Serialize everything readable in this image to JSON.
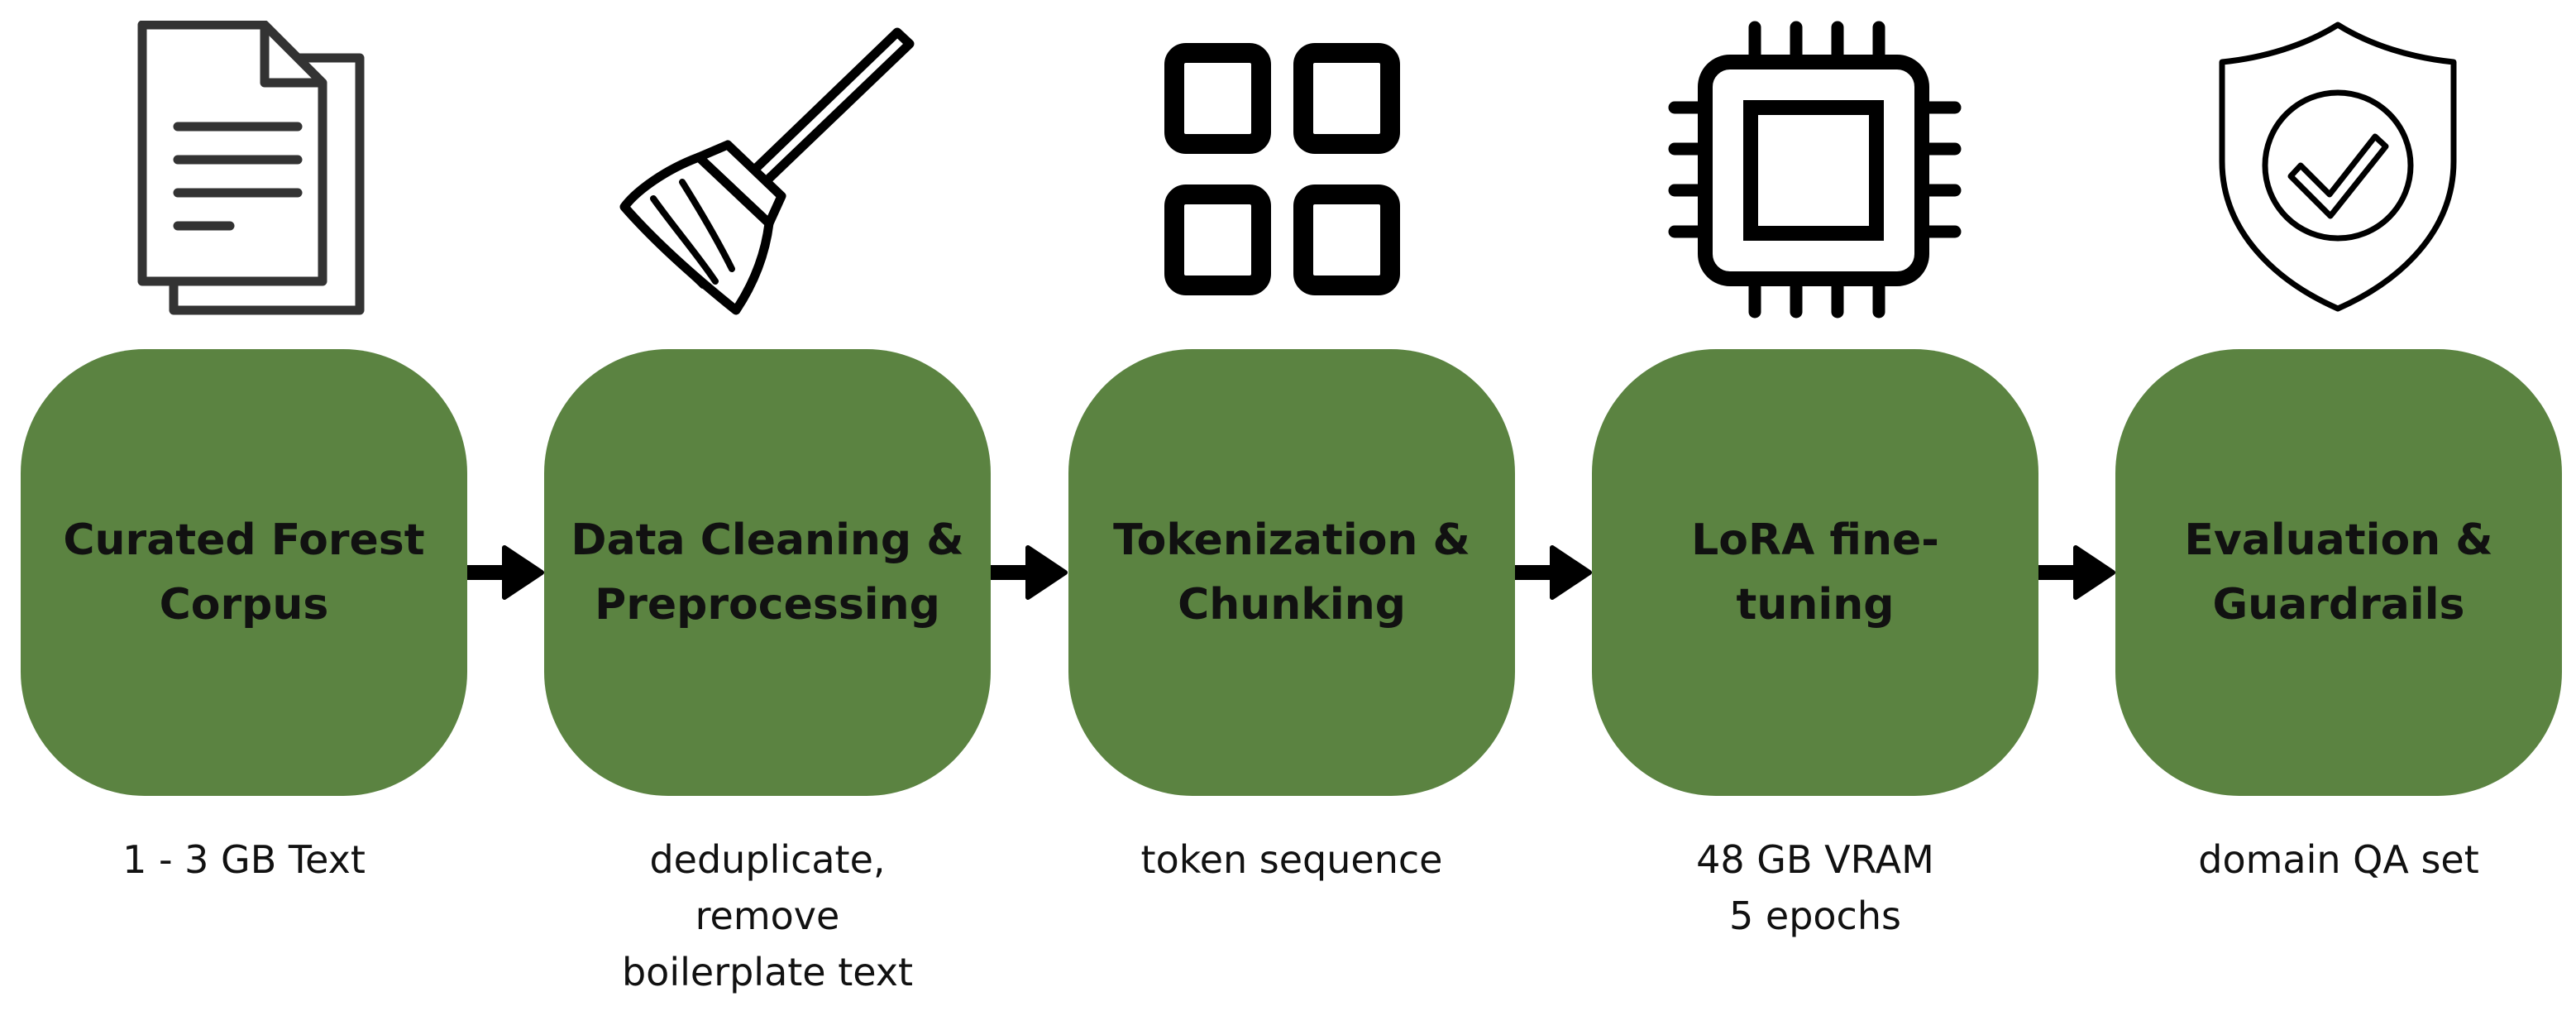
{
  "stages": [
    {
      "icon": "document-icon",
      "title_lines": [
        "Curated Forest",
        "Corpus"
      ],
      "caption_lines": [
        "1 - 3 GB Text"
      ]
    },
    {
      "icon": "broom-icon",
      "title_lines": [
        "Data Cleaning &",
        "Preprocessing"
      ],
      "caption_lines": [
        "deduplicate,",
        "remove",
        "boilerplate text"
      ]
    },
    {
      "icon": "grid-icon",
      "title_lines": [
        "Tokenization &",
        "Chunking"
      ],
      "caption_lines": [
        "token sequence"
      ]
    },
    {
      "icon": "chip-icon",
      "title_lines": [
        "LoRA fine-tuning"
      ],
      "caption_lines": [
        "48 GB VRAM",
        "5 epochs"
      ]
    },
    {
      "icon": "shield-check-icon",
      "title_lines": [
        "Evaluation &",
        "Guardrails"
      ],
      "caption_lines": [
        "domain QA set"
      ]
    }
  ],
  "colors": {
    "box": "#5b8341",
    "text": "#111111",
    "icon": "#000000"
  }
}
